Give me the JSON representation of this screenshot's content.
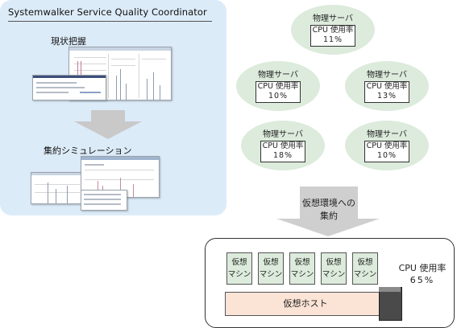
{
  "left_panel": {
    "title": "Systemwalker Service Quality Coordinator",
    "current_label": "現状把握",
    "simulation_label": "集約シミュレーション"
  },
  "servers": [
    {
      "title": "物理サーバ",
      "cpu_label": "CPU 使用率",
      "cpu_value": "11%"
    },
    {
      "title": "物理サーバ",
      "cpu_label": "CPU 使用率",
      "cpu_value": "10%"
    },
    {
      "title": "物理サーバ",
      "cpu_label": "CPU 使用率",
      "cpu_value": "13%"
    },
    {
      "title": "物理サーバ",
      "cpu_label": "CPU 使用率",
      "cpu_value": "18%"
    },
    {
      "title": "物理サーバ",
      "cpu_label": "CPU 使用率",
      "cpu_value": "10%"
    }
  ],
  "consolidation_label": "仮想環境への集約",
  "virtual_machines": [
    {
      "line1": "仮想",
      "line2": "マシン"
    },
    {
      "line1": "仮想",
      "line2": "マシン"
    },
    {
      "line1": "仮想",
      "line2": "マシン"
    },
    {
      "line1": "仮想",
      "line2": "マシン"
    },
    {
      "line1": "仮想",
      "line2": "マシン"
    }
  ],
  "virtual_host_label": "仮想ホスト",
  "host_cpu": {
    "label": "CPU 使用率",
    "value": "65%"
  },
  "colors": {
    "left_panel": "#dcebf8",
    "server_fill": "#dcebdc",
    "host_fill": "#fbe3d6",
    "arrow": "#c9c9c9"
  }
}
